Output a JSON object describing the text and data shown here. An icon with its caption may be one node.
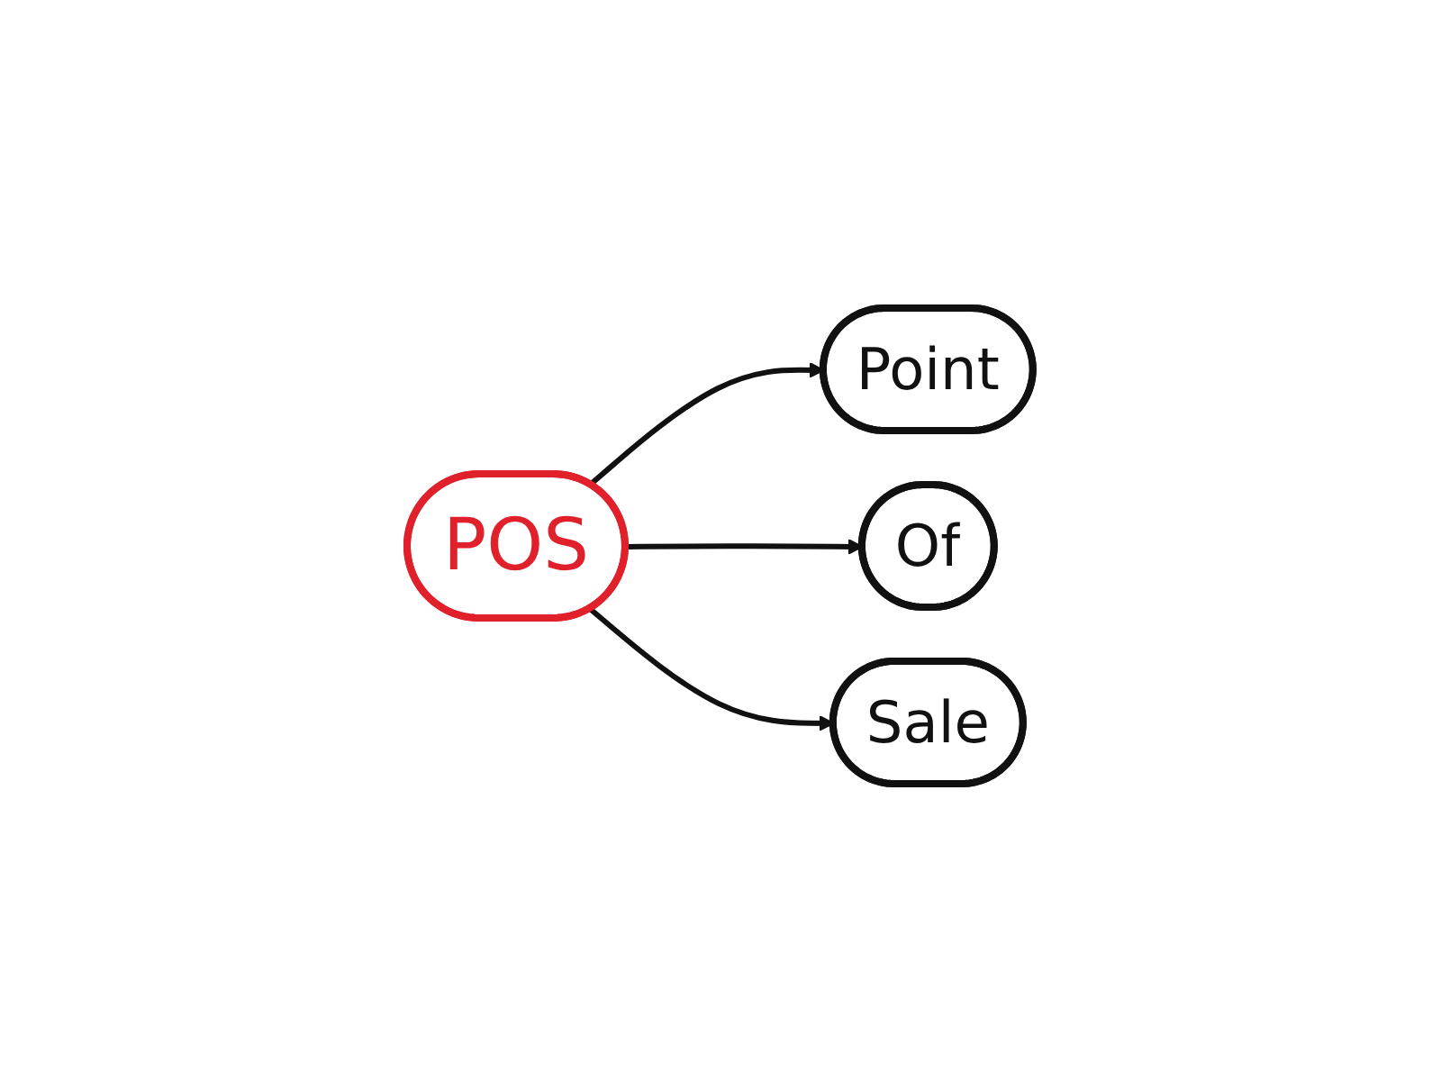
{
  "diagram": {
    "nodes": [
      {
        "text": [
          "POS"
        ]
      },
      {
        "text": [
          "Point"
        ]
      },
      {
        "text": [
          "Of"
        ]
      },
      {
        "text": [
          "Sale"
        ]
      }
    ],
    "edges": [
      {
        "from": 0,
        "to": 1,
        "arrow": "to"
      },
      {
        "from": 0,
        "to": 2,
        "arrow": "to"
      },
      {
        "from": 0,
        "to": 3,
        "arrow": "to"
      }
    ]
  }
}
